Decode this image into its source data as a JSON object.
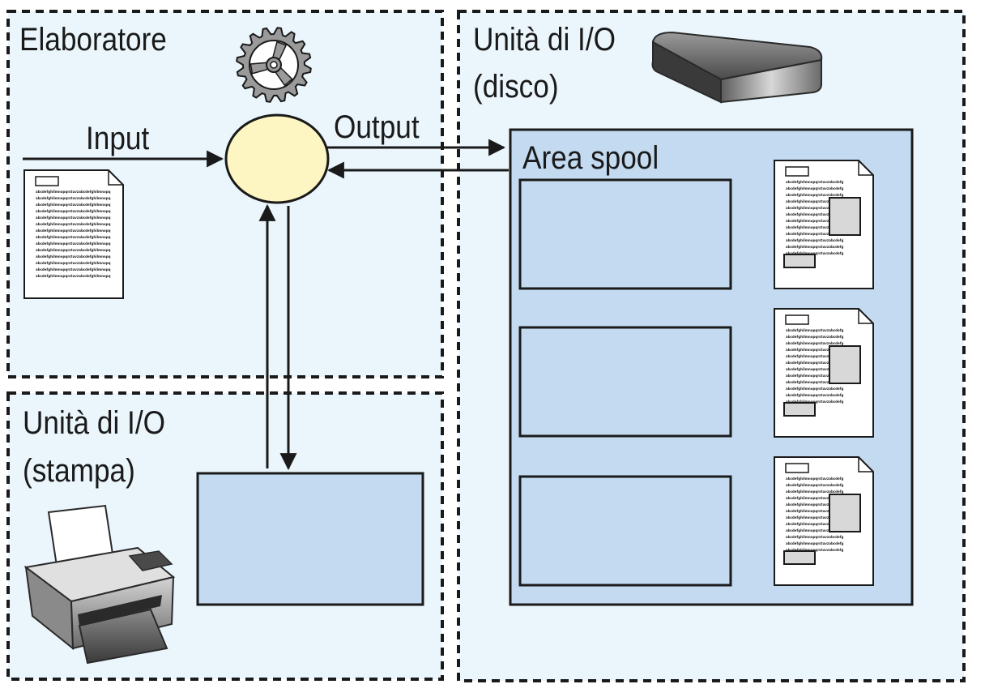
{
  "regions": {
    "processor": {
      "label": "Elaboratore"
    },
    "printer_unit": {
      "label_line1": "Unità di I/O",
      "label_line2": "(stampa)"
    },
    "disk_unit": {
      "label_line1": "Unità di I/O",
      "label_line2": "(disco)"
    }
  },
  "arrows": {
    "input_label": "Input",
    "output_label": "Output"
  },
  "spool": {
    "label": "Area spool",
    "slot_count": 3
  },
  "icons": {
    "processor": "gear-icon",
    "disk": "disk-drive-icon",
    "printer": "printer-icon",
    "document": "document-icon"
  },
  "colors": {
    "panel": "#eaf5fc",
    "spool_area": "#c3daf0",
    "processor_node": "#fdf6c3",
    "stroke": "#1a1a1a"
  },
  "document_glyph_text": "abcdefghilmnopqrstuvzabcdefghilmnopqrstuvz"
}
